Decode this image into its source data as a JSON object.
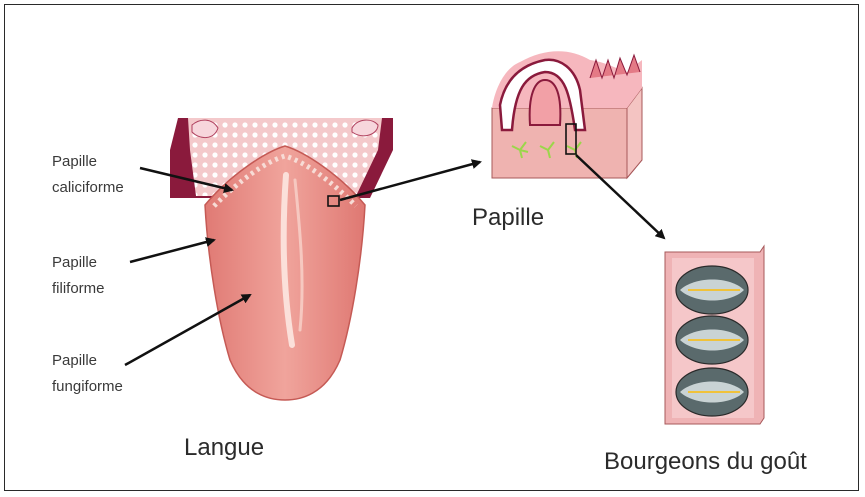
{
  "labels": {
    "caliciforme": [
      "Papille",
      "caliciforme"
    ],
    "filiforme": [
      "Papille",
      "filiforme"
    ],
    "fungiforme": [
      "Papille",
      "fungiforme"
    ],
    "tongue": "Langue",
    "papilla": "Papille",
    "taste_buds": "Bourgeons du goût"
  },
  "colors": {
    "tongue": "#e8928a",
    "tissue": "#f0b5b2",
    "dark_red": "#8a1a3c",
    "nerve_green": "#9bd64a",
    "arrow": "#111111"
  }
}
